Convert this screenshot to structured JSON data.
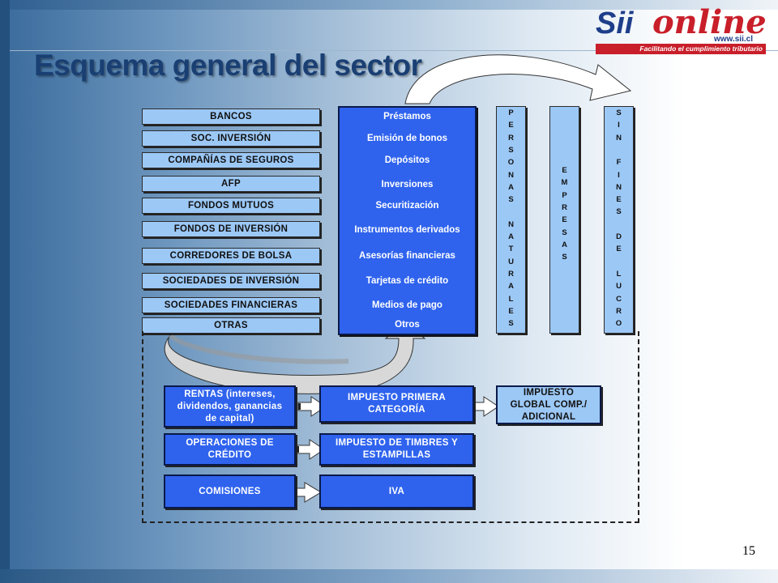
{
  "title": "Esquema general del sector",
  "logo": {
    "brand_a": "Sii",
    "brand_b": "online",
    "url": "www.sii.cl",
    "tagline": "Facilitando el cumplimiento tributario"
  },
  "page_number": "15",
  "entities": [
    "BANCOS",
    "SOC. INVERSIÓN",
    "COMPAÑÍAS DE SEGUROS",
    "AFP",
    "FONDOS MUTUOS",
    "FONDOS DE INVERSIÓN",
    "CORREDORES DE BOLSA",
    "SOCIEDADES DE INVERSIÓN",
    "SOCIEDADES FINANCIERAS",
    "OTRAS"
  ],
  "products": [
    "Préstamos",
    "Emisión de bonos",
    "Depósitos",
    "Inversiones",
    "Securitización",
    "Instrumentos derivados",
    "Asesorías financieras",
    "Tarjetas de crédito",
    "Medios de pago",
    "Otros"
  ],
  "columns": {
    "personas": [
      "P",
      "E",
      "R",
      "S",
      "O",
      "N",
      "A",
      "S",
      "",
      "N",
      "A",
      "T",
      "U",
      "R",
      "A",
      "L",
      "E",
      "S"
    ],
    "empresas": [
      "E",
      "M",
      "P",
      "R",
      "E",
      "S",
      "A",
      "S"
    ],
    "sin_fines": [
      "S",
      "I",
      "N",
      "",
      "F",
      "I",
      "N",
      "E",
      "S",
      "",
      "D",
      "E",
      "",
      "L",
      "U",
      "C",
      "R",
      "O"
    ]
  },
  "taxes": {
    "rentas": [
      "RENTAS (intereses,",
      "dividendos, ganancias",
      "de capital)"
    ],
    "operaciones": [
      "OPERACIONES DE",
      "CRÉDITO"
    ],
    "comisiones": [
      "COMISIONES"
    ],
    "primera": [
      "IMPUESTO PRIMERA",
      "CATEGORÍA"
    ],
    "timbres": [
      "IMPUESTO DE TIMBRES Y",
      "ESTAMPILLAS"
    ],
    "iva": [
      "IVA"
    ],
    "global": [
      "IMPUESTO",
      "GLOBAL COMP./",
      "ADICIONAL"
    ]
  },
  "colors": {
    "dark_box": "#2f63ee",
    "light_box": "#9cc8f6",
    "title": "#1a3f73"
  }
}
